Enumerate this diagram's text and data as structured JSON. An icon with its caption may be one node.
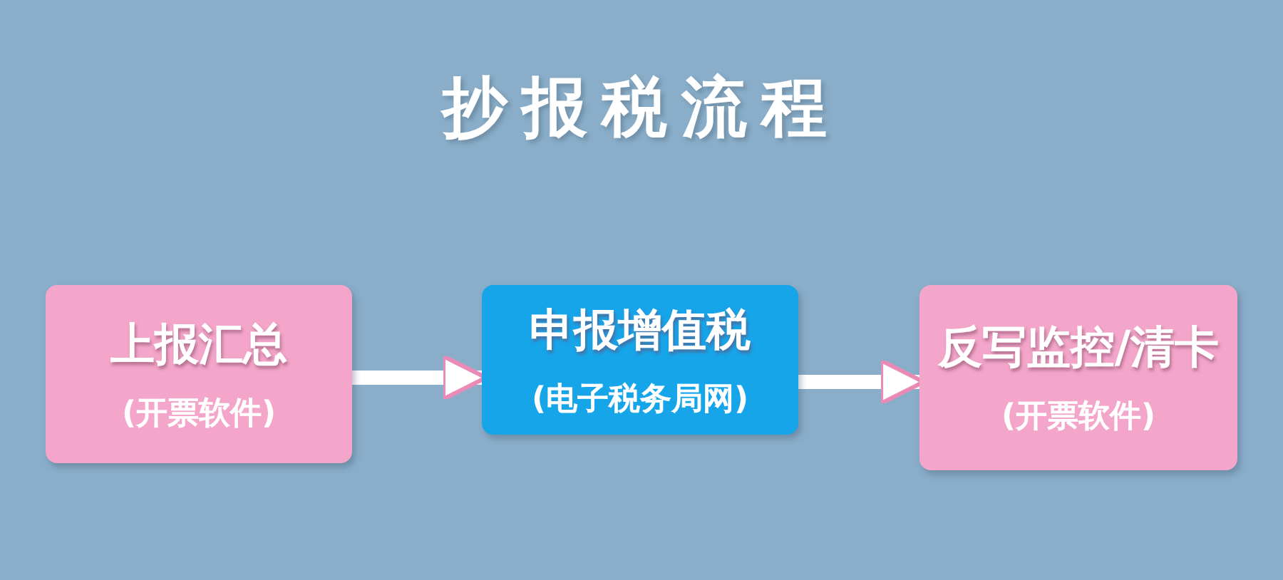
{
  "diagram": {
    "title": "抄报税流程",
    "nodes": [
      {
        "text": [
          "上报汇总",
          "(开票软件)"
        ]
      },
      {
        "text": [
          "申报增值税",
          "(电子税务局网)"
        ]
      },
      {
        "text": [
          "反写监控/清卡",
          "(开票软件)"
        ]
      }
    ],
    "edges": [
      {
        "from": 0,
        "to": 1,
        "arrow": "to"
      },
      {
        "from": 1,
        "to": 2,
        "arrow": "to"
      }
    ]
  }
}
